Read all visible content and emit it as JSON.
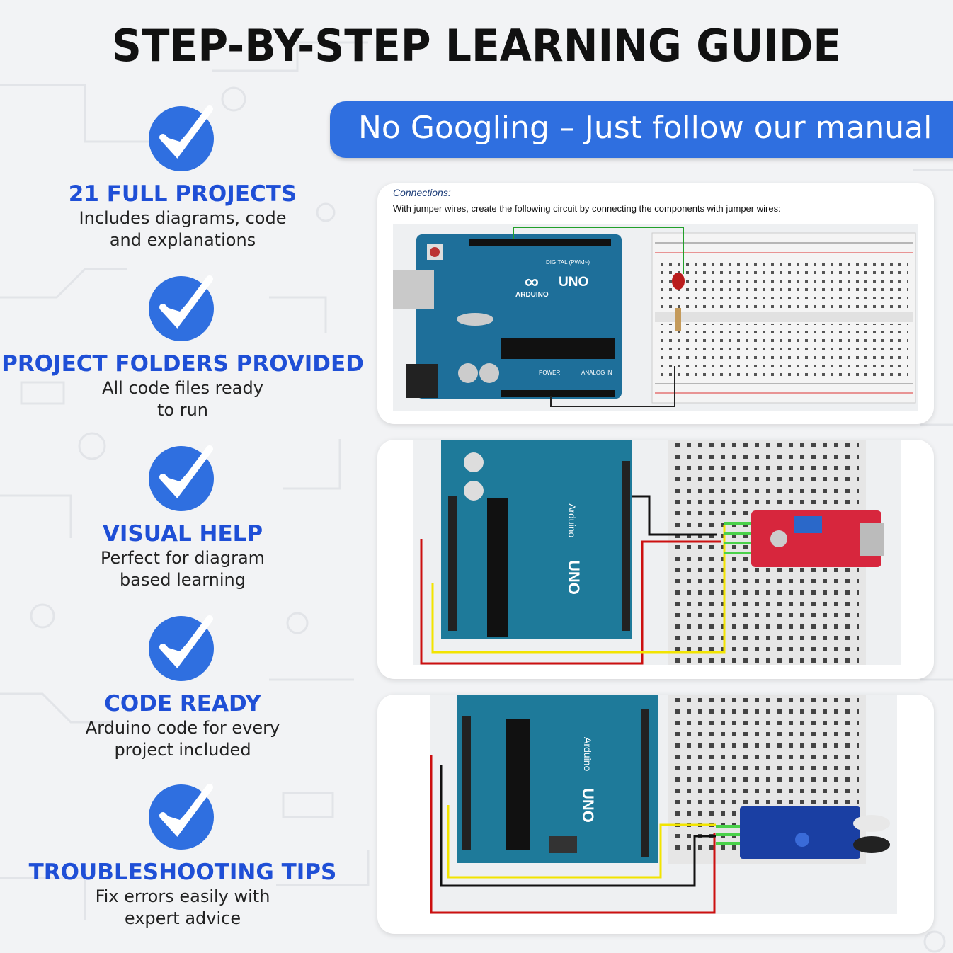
{
  "title": "STEP-BY-STEP LEARNING GUIDE",
  "banner": "No Googling – Just follow our manual",
  "features": [
    {
      "title": "21 FULL PROJECTS",
      "desc_line1": "Includes diagrams, code",
      "desc_line2": "and explanations",
      "icon": "checkmark-icon"
    },
    {
      "title": "PROJECT FOLDERS PROVIDED",
      "desc_line1": "All code files ready",
      "desc_line2": "to run",
      "icon": "checkmark-icon"
    },
    {
      "title": "VISUAL HELP",
      "desc_line1": "Perfect for diagram",
      "desc_line2": "based learning",
      "icon": "checkmark-icon"
    },
    {
      "title": "CODE READY",
      "desc_line1": "Arduino code for every",
      "desc_line2": "project included",
      "icon": "checkmark-icon"
    },
    {
      "title": "TROUBLESHOOTING TIPS",
      "desc_line1": "Fix errors easily with",
      "desc_line2": "expert advice",
      "icon": "checkmark-icon"
    }
  ],
  "card1": {
    "label": "Connections:",
    "text": "With jumper wires, create the following circuit by connecting the components with jumper wires:",
    "board_logo": "UNO",
    "board_brand": "ARDUINO",
    "digital_label": "DIGITAL (PWM~)",
    "power_label": "POWER",
    "analog_label": "ANALOG IN"
  },
  "card2": {
    "board_brand": "Arduino",
    "board_logo": "UNO"
  },
  "card3": {
    "board_brand": "Arduino",
    "board_logo": "UNO"
  },
  "colors": {
    "accent": "#2f6fe0",
    "title_blue": "#1f4fd6",
    "board": "#1d7a9c"
  }
}
